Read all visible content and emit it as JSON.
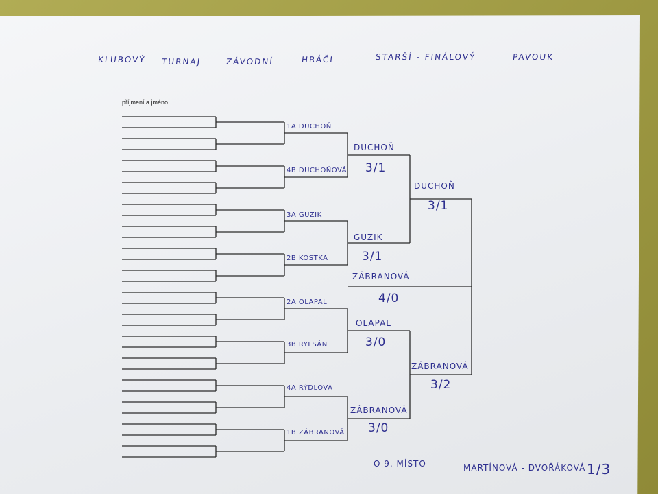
{
  "title": {
    "words": [
      "KLUBOVÝ",
      "TURNAJ",
      "ZÁVODNÍ",
      "HRÁČI",
      "STARŠÍ - FINÁLOVÝ",
      "PAVOUK"
    ]
  },
  "form_label": "příjmení a jméno",
  "round1": [
    "1A DUCHOŇ",
    "4B DUCHOŇOVÁ",
    "3A GUZIK",
    "2B KOSTKA",
    "2A OLAPAL",
    "3B RYLSÁN",
    "4A RÝDLOVÁ",
    "1B ZÁBRANOVÁ"
  ],
  "round2": [
    {
      "name": "DUCHOŇ",
      "score": "3/1"
    },
    {
      "name": "GUZIK",
      "score": "3/1"
    },
    {
      "name": "OLAPAL",
      "score": "3/0"
    },
    {
      "name": "ZÁBRANOVÁ",
      "score": "3/0"
    }
  ],
  "semis": [
    {
      "name": "DUCHOŇ",
      "score": "3/1"
    },
    {
      "name": "ZÁBRANOVÁ",
      "score": "3/2"
    }
  ],
  "final": {
    "name": "ZÁBRANOVÁ",
    "score": "4/0"
  },
  "footer": {
    "place_note": "O 9. MÍSTO",
    "match": "MARTÍNOVÁ - DVOŘÁKOVÁ",
    "score": "1/3"
  }
}
